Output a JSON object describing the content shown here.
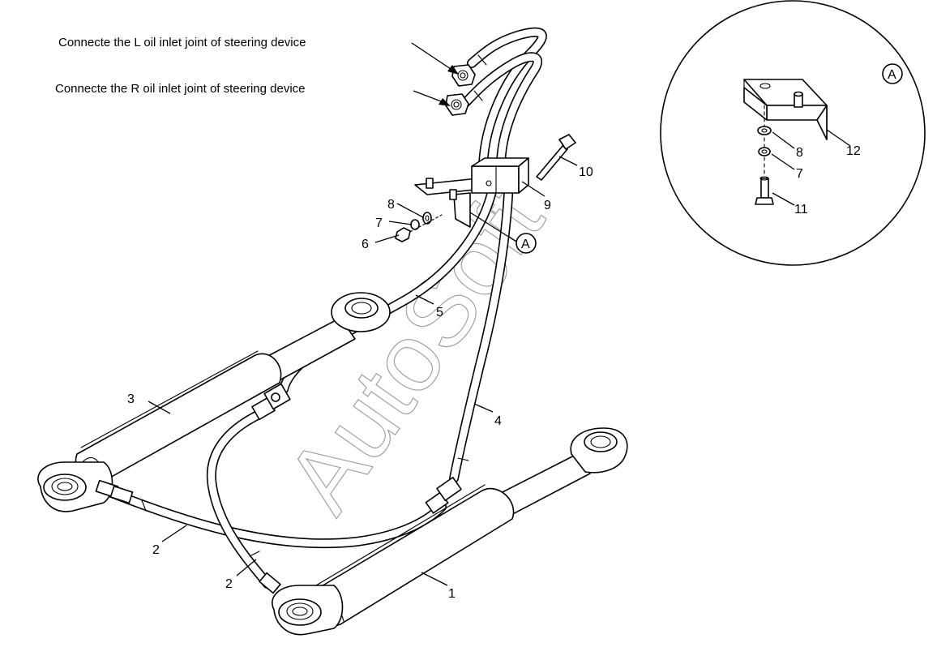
{
  "notes": {
    "left_inlet": "Connecte the L oil inlet joint of steering device",
    "right_inlet": "Connecte the R oil inlet joint of steering device"
  },
  "watermark": "AutoSoft",
  "detail_ref": "A",
  "callouts": {
    "c1": "1",
    "c2a": "2",
    "c2b": "2",
    "c3": "3",
    "c4": "4",
    "c5": "5",
    "c6": "6",
    "c7": "7",
    "c8": "8",
    "c9": "9",
    "c10": "10",
    "d7": "7",
    "d8": "8",
    "d11": "11",
    "d12": "12"
  }
}
